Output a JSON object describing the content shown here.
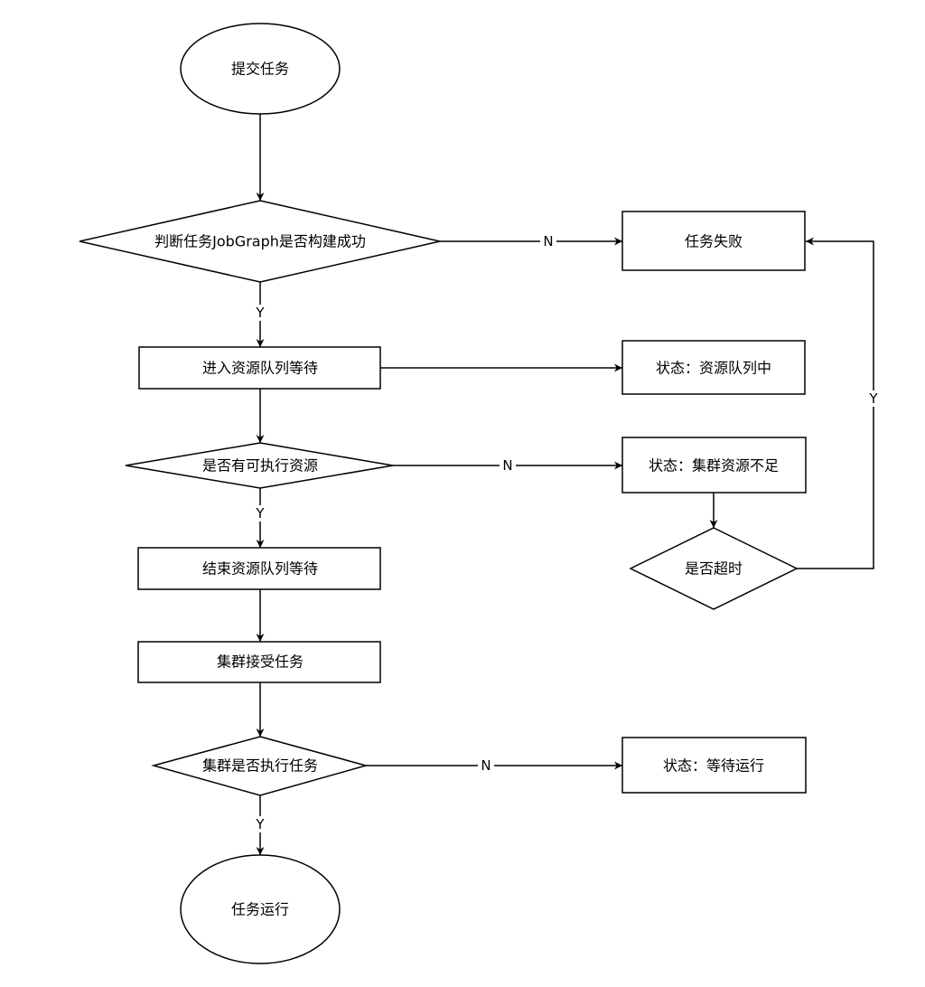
{
  "nodes": {
    "submit": "提交任务",
    "check_jobgraph": "判断任务JobGraph是否构建成功",
    "task_failed": "任务失败",
    "enter_queue": "进入资源队列等待",
    "status_in_queue": "状态：资源队列中",
    "has_resources": "是否有可执行资源",
    "status_insufficient": "状态：集群资源不足",
    "is_timeout": "是否超时",
    "end_queue": "结束资源队列等待",
    "cluster_accept": "集群接受任务",
    "cluster_execute": "集群是否执行任务",
    "status_waiting": "状态：等待运行",
    "task_running": "任务运行"
  },
  "edge_labels": {
    "yes": "Y",
    "no": "N"
  }
}
